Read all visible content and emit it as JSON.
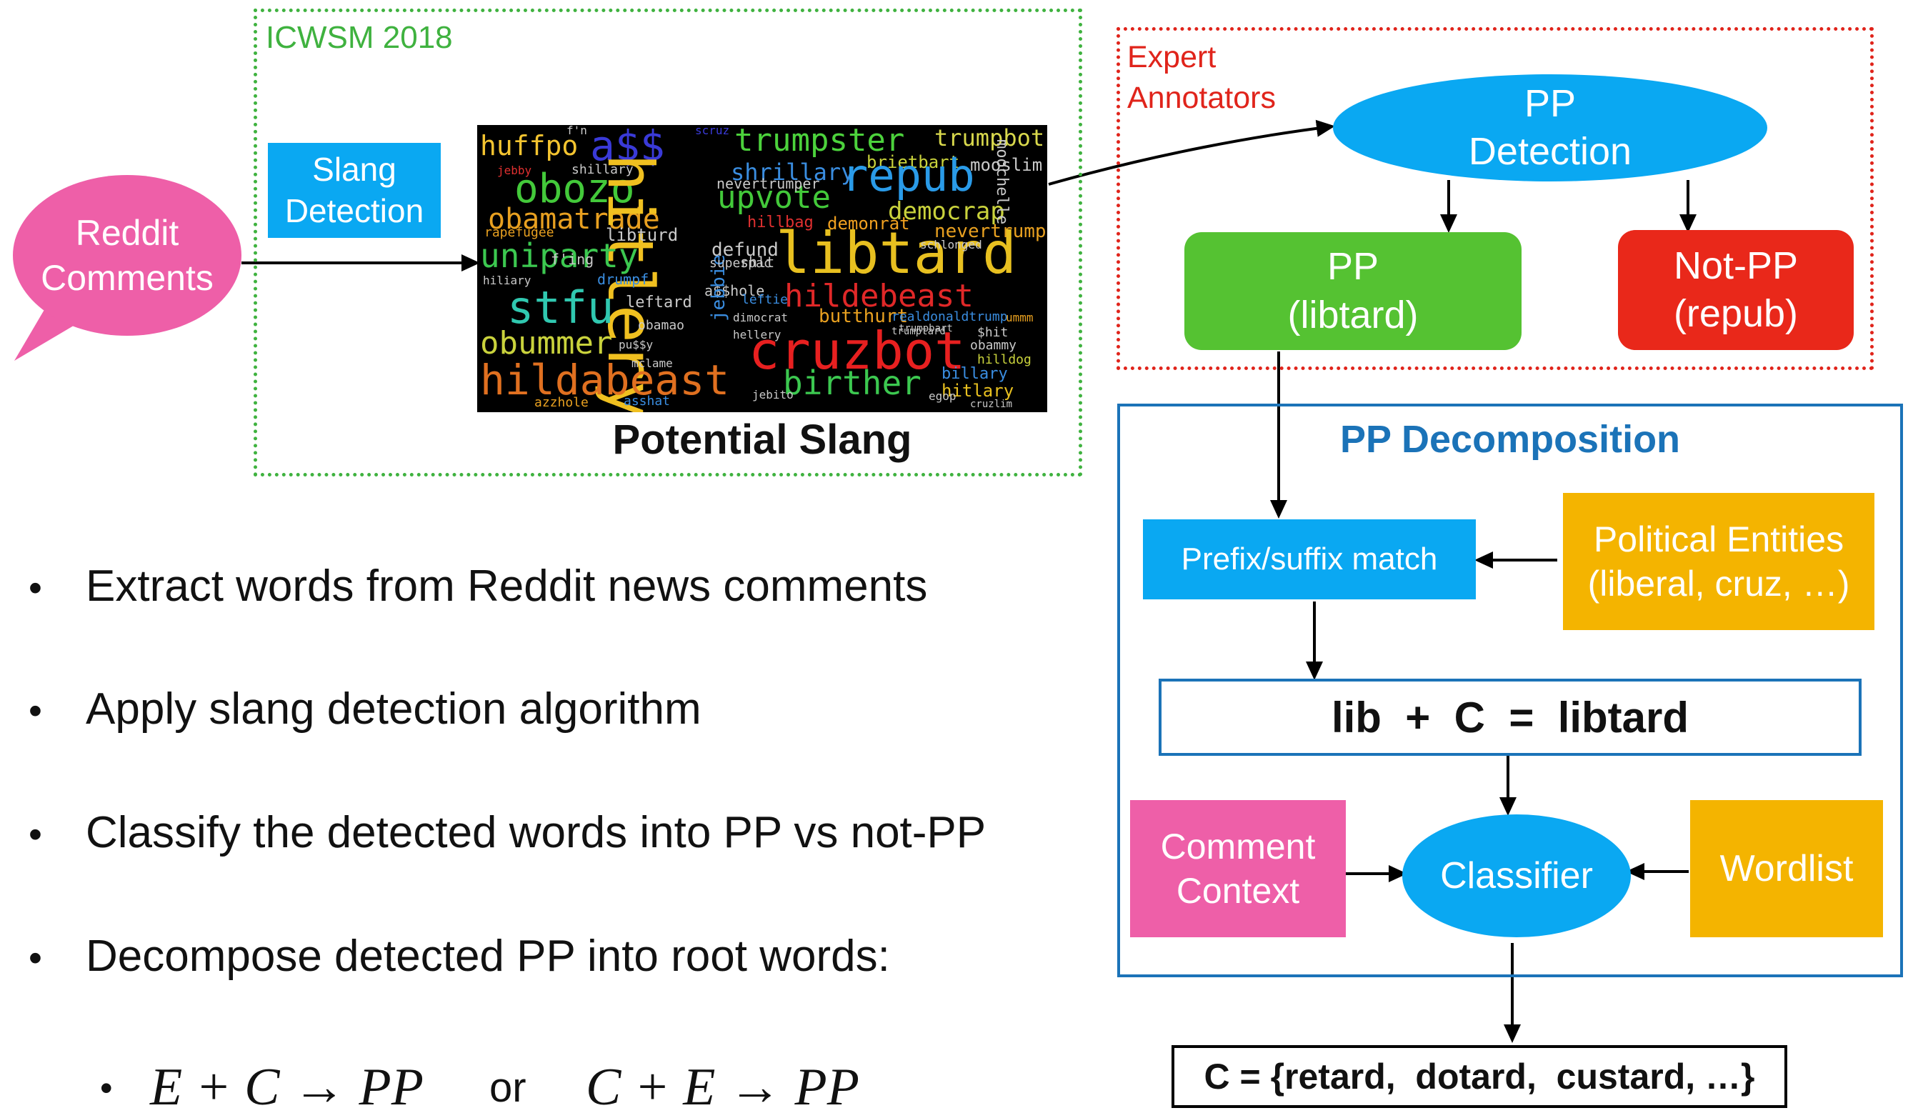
{
  "conference_label": "ICWSM 2018",
  "reddit_bubble": {
    "line1": "Reddit",
    "line2": "Comments"
  },
  "slang_detection": {
    "line1": "Slang",
    "line2": "Detection"
  },
  "potential_slang_caption": "Potential Slang",
  "expert_annotators": {
    "line1": "Expert",
    "line2": "Annotators"
  },
  "pp_detection": {
    "line1": "PP",
    "line2": "Detection"
  },
  "pp_box": {
    "line1": "PP",
    "line2": "(libtard)"
  },
  "not_pp_box": {
    "line1": "Not-PP",
    "line2": "(repub)"
  },
  "pp_decomposition_title": "PP Decomposition",
  "prefix_suffix": "Prefix/suffix match",
  "political_entities": {
    "line1": "Political Entities",
    "line2": "(liberal, cruz, …)"
  },
  "equation": "lib  +  C  =  libtard",
  "comment_context": {
    "line1": "Comment",
    "line2": "Context"
  },
  "classifier": "Classifier",
  "wordlist": "Wordlist",
  "c_set": "C = {retard,  dotard,  custard, …}",
  "bullets": [
    "Extract words from Reddit news comments",
    "Apply slang detection algorithm",
    "Classify the detected words into PP vs not-PP",
    "Decompose detected PP into root words:"
  ],
  "sub_bullet": {
    "left": "E + C → PP",
    "or": "or",
    "right": "C + E → PP"
  },
  "colors": {
    "green_dotted": "#3fb23f",
    "red_dotted": "#e0241b",
    "blue_border": "#1b73b8",
    "pink": "#ee5fa8",
    "cyan": "#0aa8f2",
    "green": "#55c232",
    "red": "#e9281a",
    "gold": "#f4b400"
  },
  "wordcloud": [
    {
      "w": "huffpo",
      "c": "#f4c430"
    },
    {
      "w": "a$$",
      "c": "#3a3ad8"
    },
    {
      "w": "trumpster",
      "c": "#4cd23c"
    },
    {
      "w": "trumpbot",
      "c": "#d8d84c"
    },
    {
      "w": "obozo",
      "c": "#43c93a"
    },
    {
      "w": "shrillary",
      "c": "#3a8de0"
    },
    {
      "w": "brietbart",
      "c": "#c9d23c"
    },
    {
      "w": "mooslim",
      "c": "#c9c9c9"
    },
    {
      "w": "repub",
      "c": "#2a9be8"
    },
    {
      "w": "upvote",
      "c": "#43c93a"
    },
    {
      "w": "obamatrade",
      "c": "#e8a020"
    },
    {
      "w": "democrap",
      "c": "#c9d23c"
    },
    {
      "w": "hillbag",
      "c": "#e03030"
    },
    {
      "w": "demonrat",
      "c": "#f0a020"
    },
    {
      "w": "nevertrump",
      "c": "#e8a020"
    },
    {
      "w": "hitlery",
      "c": "#f0c020"
    },
    {
      "w": "libturd",
      "c": "#c9c9c9"
    },
    {
      "w": "defund",
      "c": "#c9c9c9"
    },
    {
      "w": "uniparty",
      "c": "#3cc850"
    },
    {
      "w": "libtard",
      "c": "#e8c020"
    },
    {
      "w": "stfu",
      "c": "#30c8b0"
    },
    {
      "w": "hildebeast",
      "c": "#e02828"
    },
    {
      "w": "a$$hole",
      "c": "#c9c9c9"
    },
    {
      "w": "obummer",
      "c": "#c9d23c"
    },
    {
      "w": "butthurt",
      "c": "#e8a020"
    },
    {
      "w": "realdonaldtrump",
      "c": "#3a8de0"
    },
    {
      "w": "cruzbot",
      "c": "#e82020"
    },
    {
      "w": "hildabeast",
      "c": "#e07020"
    },
    {
      "w": "birther",
      "c": "#3cc850"
    },
    {
      "w": "hitlary",
      "c": "#e8c020"
    },
    {
      "w": "billary",
      "c": "#3a8de0"
    },
    {
      "w": "leftard",
      "c": "#c9c9c9"
    },
    {
      "w": "jebbie",
      "c": "#3a8de0"
    },
    {
      "w": "hiliary",
      "c": "#c9c9c9"
    },
    {
      "w": "superpac",
      "c": "#c9c9c9"
    },
    {
      "w": "obamao",
      "c": "#c9c9c9"
    },
    {
      "w": "pu$$y",
      "c": "#c9c9c9"
    },
    {
      "w": "mclame",
      "c": "#c9c9c9"
    },
    {
      "w": "asshat",
      "c": "#3a8de0"
    },
    {
      "w": "azzhole",
      "c": "#e8a020"
    },
    {
      "w": "egop",
      "c": "#c9c9c9"
    },
    {
      "w": "cruzlim",
      "c": "#c9c9c9"
    },
    {
      "w": "hilldog",
      "c": "#c9d23c"
    },
    {
      "w": "obammy",
      "c": "#c9c9c9"
    },
    {
      "w": "shillary",
      "c": "#c9c9c9"
    },
    {
      "w": "drumpf",
      "c": "#3a8de0"
    },
    {
      "w": "ummm",
      "c": "#e8a020"
    },
    {
      "w": "$hit",
      "c": "#c9c9c9"
    },
    {
      "w": "leftie",
      "c": "#3a8de0"
    },
    {
      "w": "trumptard",
      "c": "#c9c9c9"
    },
    {
      "w": "schlonged",
      "c": "#c9c9c9"
    },
    {
      "w": "rapefugee",
      "c": "#e8a020"
    },
    {
      "w": "f'ing",
      "c": "#c9c9c9"
    },
    {
      "w": "shlt",
      "c": "#c9c9c9"
    },
    {
      "w": "dimocrat",
      "c": "#c9c9c9"
    },
    {
      "w": "hellery",
      "c": "#c9c9c9"
    },
    {
      "w": "trumpbart",
      "c": "#c9c9c9"
    },
    {
      "w": "jebito",
      "c": "#c9c9c9"
    },
    {
      "w": "nevertrumper",
      "c": "#c9c9c9"
    },
    {
      "w": "f'n",
      "c": "#c9c9c9"
    },
    {
      "w": "scruz",
      "c": "#3a3ad8"
    },
    {
      "w": "jebby",
      "c": "#e03030"
    },
    {
      "w": "moochelle",
      "c": "#c9c9c9"
    }
  ]
}
